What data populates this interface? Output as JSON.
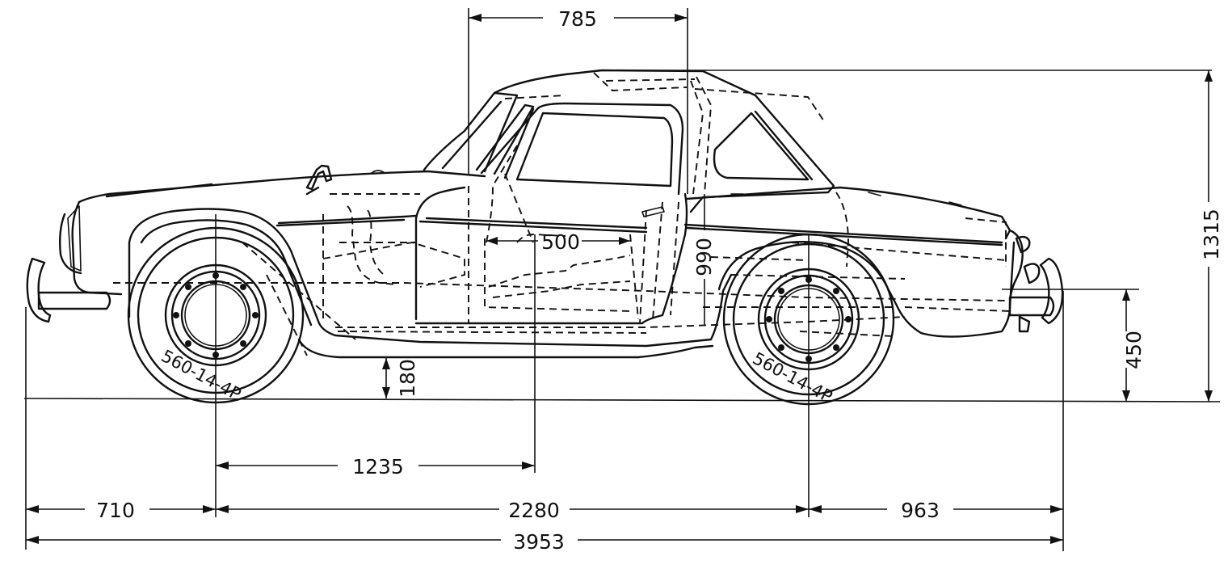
{
  "dimensions": {
    "overall_length": "3953",
    "front_overhang": "710",
    "wheelbase": "2280",
    "rear_overhang": "963",
    "front_axle_to_seat": "1235",
    "seat_depth": "500",
    "roof_length": "785",
    "overall_height": "1315",
    "door_height": "990",
    "ground_clearance": "180",
    "bumper_height": "450"
  },
  "tyres": {
    "front": "560-14-4P",
    "rear": "560-14-4P"
  }
}
